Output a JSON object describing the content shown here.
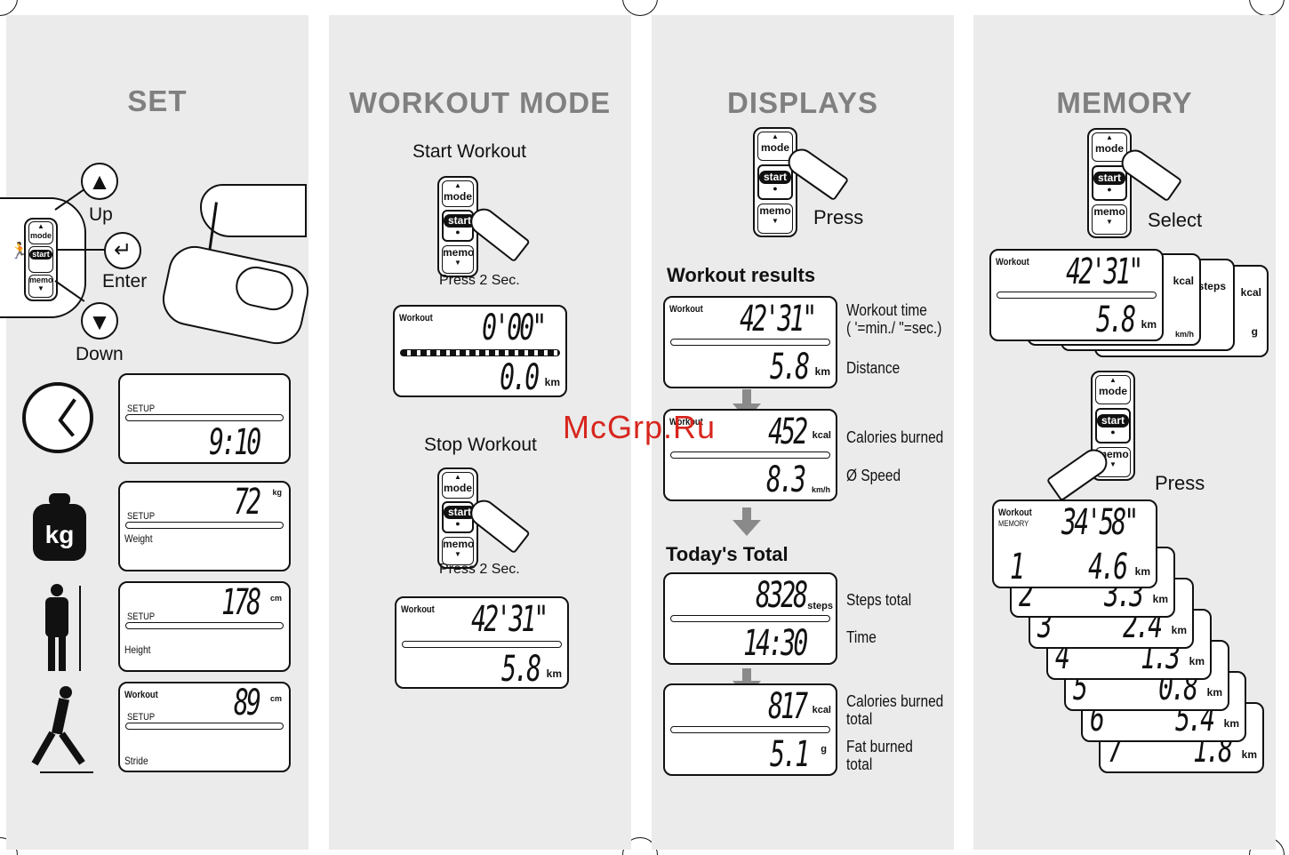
{
  "watermark": "McGrp.Ru",
  "set": {
    "title": "SET",
    "up_label": "Up",
    "enter_label": "Enter",
    "down_label": "Down",
    "device": {
      "mode": "mode",
      "start": "start",
      "memo": "memo"
    },
    "displays": {
      "time": {
        "setup": "SETUP",
        "value": "9:10"
      },
      "weight": {
        "setup": "SETUP",
        "label": "Weight",
        "value": "72",
        "unit": "kg"
      },
      "height": {
        "setup": "SETUP",
        "label": "Height",
        "value": "178",
        "unit": "cm"
      },
      "stride": {
        "workout": "Workout",
        "setup": "SETUP",
        "label": "Stride",
        "value": "89",
        "unit": "cm"
      }
    },
    "kg_icon_text": "kg"
  },
  "workout_mode": {
    "title": "WORKOUT MODE",
    "start_label": "Start Workout",
    "stop_label": "Stop Workout",
    "press_start": "Press 2 Sec.",
    "press_stop": "Press 2 Sec.",
    "device": {
      "mode": "mode",
      "start": "start",
      "memo": "memo"
    },
    "display_start": {
      "tag": "Workout",
      "time": "0'00\"",
      "distance": "0.0",
      "unit": "km"
    },
    "display_stop": {
      "tag": "Workout",
      "time": "42'31\"",
      "distance": "5.8",
      "unit": "km"
    }
  },
  "displays": {
    "title": "DISPLAYS",
    "press_label": "Press",
    "device": {
      "mode": "mode",
      "start": "start",
      "memo": "memo"
    },
    "workout_results": "Workout results",
    "todays_total": "Today's Total",
    "d1": {
      "tag": "Workout",
      "top": "42'31\"",
      "bottom": "5.8",
      "unit": "km"
    },
    "d2": {
      "tag": "Workout",
      "top": "452",
      "top_unit": "kcal",
      "bottom": "8.3",
      "unit": "km/h"
    },
    "d3": {
      "top": "8328",
      "top_unit": "steps",
      "bottom": "14:30"
    },
    "d4": {
      "top": "817",
      "top_unit": "kcal",
      "bottom": "5.1",
      "unit": "g"
    },
    "labels": {
      "workout_time": "Workout time",
      "workout_time_note": "( '=min./ \"=sec.)",
      "distance": "Distance",
      "calories_burned": "Calories burned",
      "speed": "Ø Speed",
      "steps_total": "Steps total",
      "time": "Time",
      "calories_total_1": "Calories burned",
      "calories_total_2": "total",
      "fat_burned_1": "Fat burned",
      "fat_burned_2": "total"
    }
  },
  "memory": {
    "title": "MEMORY",
    "select_label": "Select",
    "press_label": "Press",
    "device": {
      "mode": "mode",
      "start": "start",
      "memo": "memo"
    },
    "stack1": {
      "tag": "Workout",
      "top": "42'31\"",
      "bottom": "5.8",
      "unit": "km",
      "back_units": [
        "kcal",
        "km/h",
        "steps",
        "kcal",
        "g"
      ]
    },
    "stack2_head": {
      "tag": "Workout",
      "tag2": "MEMORY",
      "top": "34'58\""
    },
    "records": [
      {
        "n": "1",
        "dist": "4.6",
        "unit": "km"
      },
      {
        "n": "2",
        "dist": "3.3",
        "unit": "km"
      },
      {
        "n": "3",
        "dist": "2.4",
        "unit": "km"
      },
      {
        "n": "4",
        "dist": "1.3",
        "unit": "km"
      },
      {
        "n": "5",
        "dist": "0.8",
        "unit": "km"
      },
      {
        "n": "6",
        "dist": "5.4",
        "unit": "km"
      },
      {
        "n": "7",
        "dist": "1.8",
        "unit": "km"
      }
    ]
  }
}
